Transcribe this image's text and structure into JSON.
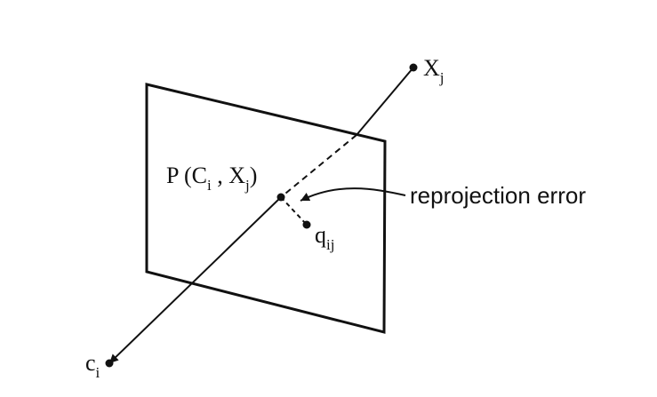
{
  "labels": {
    "x_point": {
      "main": "X",
      "sub": "j"
    },
    "c_point": {
      "main": "c",
      "sub": "i"
    },
    "q_point": {
      "main": "q",
      "sub": "ij"
    },
    "projection": {
      "prefix": "P (C",
      "sub1": "i",
      "middle": " , X",
      "sub2": "j",
      "suffix": ")"
    },
    "annotation": "reprojection error"
  },
  "colors": {
    "stroke": "#111111",
    "background": "#ffffff"
  }
}
